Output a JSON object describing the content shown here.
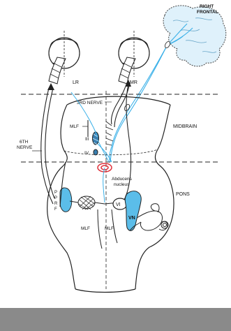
{
  "labels": {
    "right_frontal_line1": "RIGHT",
    "right_frontal_line2": "FRONTAL",
    "lr": "LR",
    "mr": "MR",
    "third_nerve": "3RD NERVE",
    "midbrain": "MIDBRAIN",
    "mlf_upper": "MLF",
    "nucleus_iii": "III",
    "nucleus_iv": "IV",
    "sixth_nerve_line1": "6TH",
    "sixth_nerve_line2": "NERVE",
    "abducens_line1": "Abducens",
    "abducens_line2": "nucleus",
    "pons": "PONS",
    "pprf_p1": "P",
    "pprf_p2": "P",
    "pprf_r": "R",
    "pprf_f": "F",
    "nucleus_vi": "VI",
    "vn": "VN",
    "mlf_left": "MLF",
    "mlf_right": "MLF"
  },
  "colors": {
    "pathway": "#3ab0e8",
    "structure_fill": "#5bbde9",
    "highlight_red": "#e0303a",
    "ink": "#222222",
    "bottom_bar": "#8a8a8a"
  }
}
